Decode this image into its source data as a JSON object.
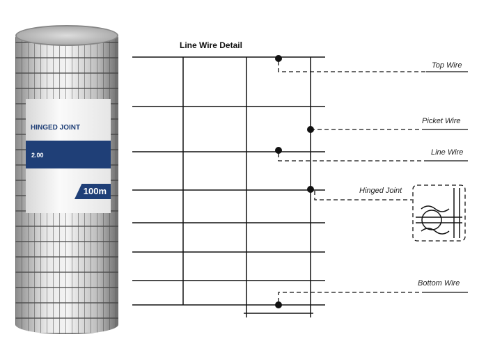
{
  "diagram_title": "Line Wire Detail",
  "product": {
    "label_title": "HINGED JOINT",
    "height_code": "2.00",
    "length": "100m"
  },
  "labels": {
    "top_wire": "Top Wire",
    "picket_wire": "Picket Wire",
    "line_wire": "Line Wire",
    "hinged_joint": "Hinged Joint",
    "bottom_wire": "Bottom Wire"
  }
}
